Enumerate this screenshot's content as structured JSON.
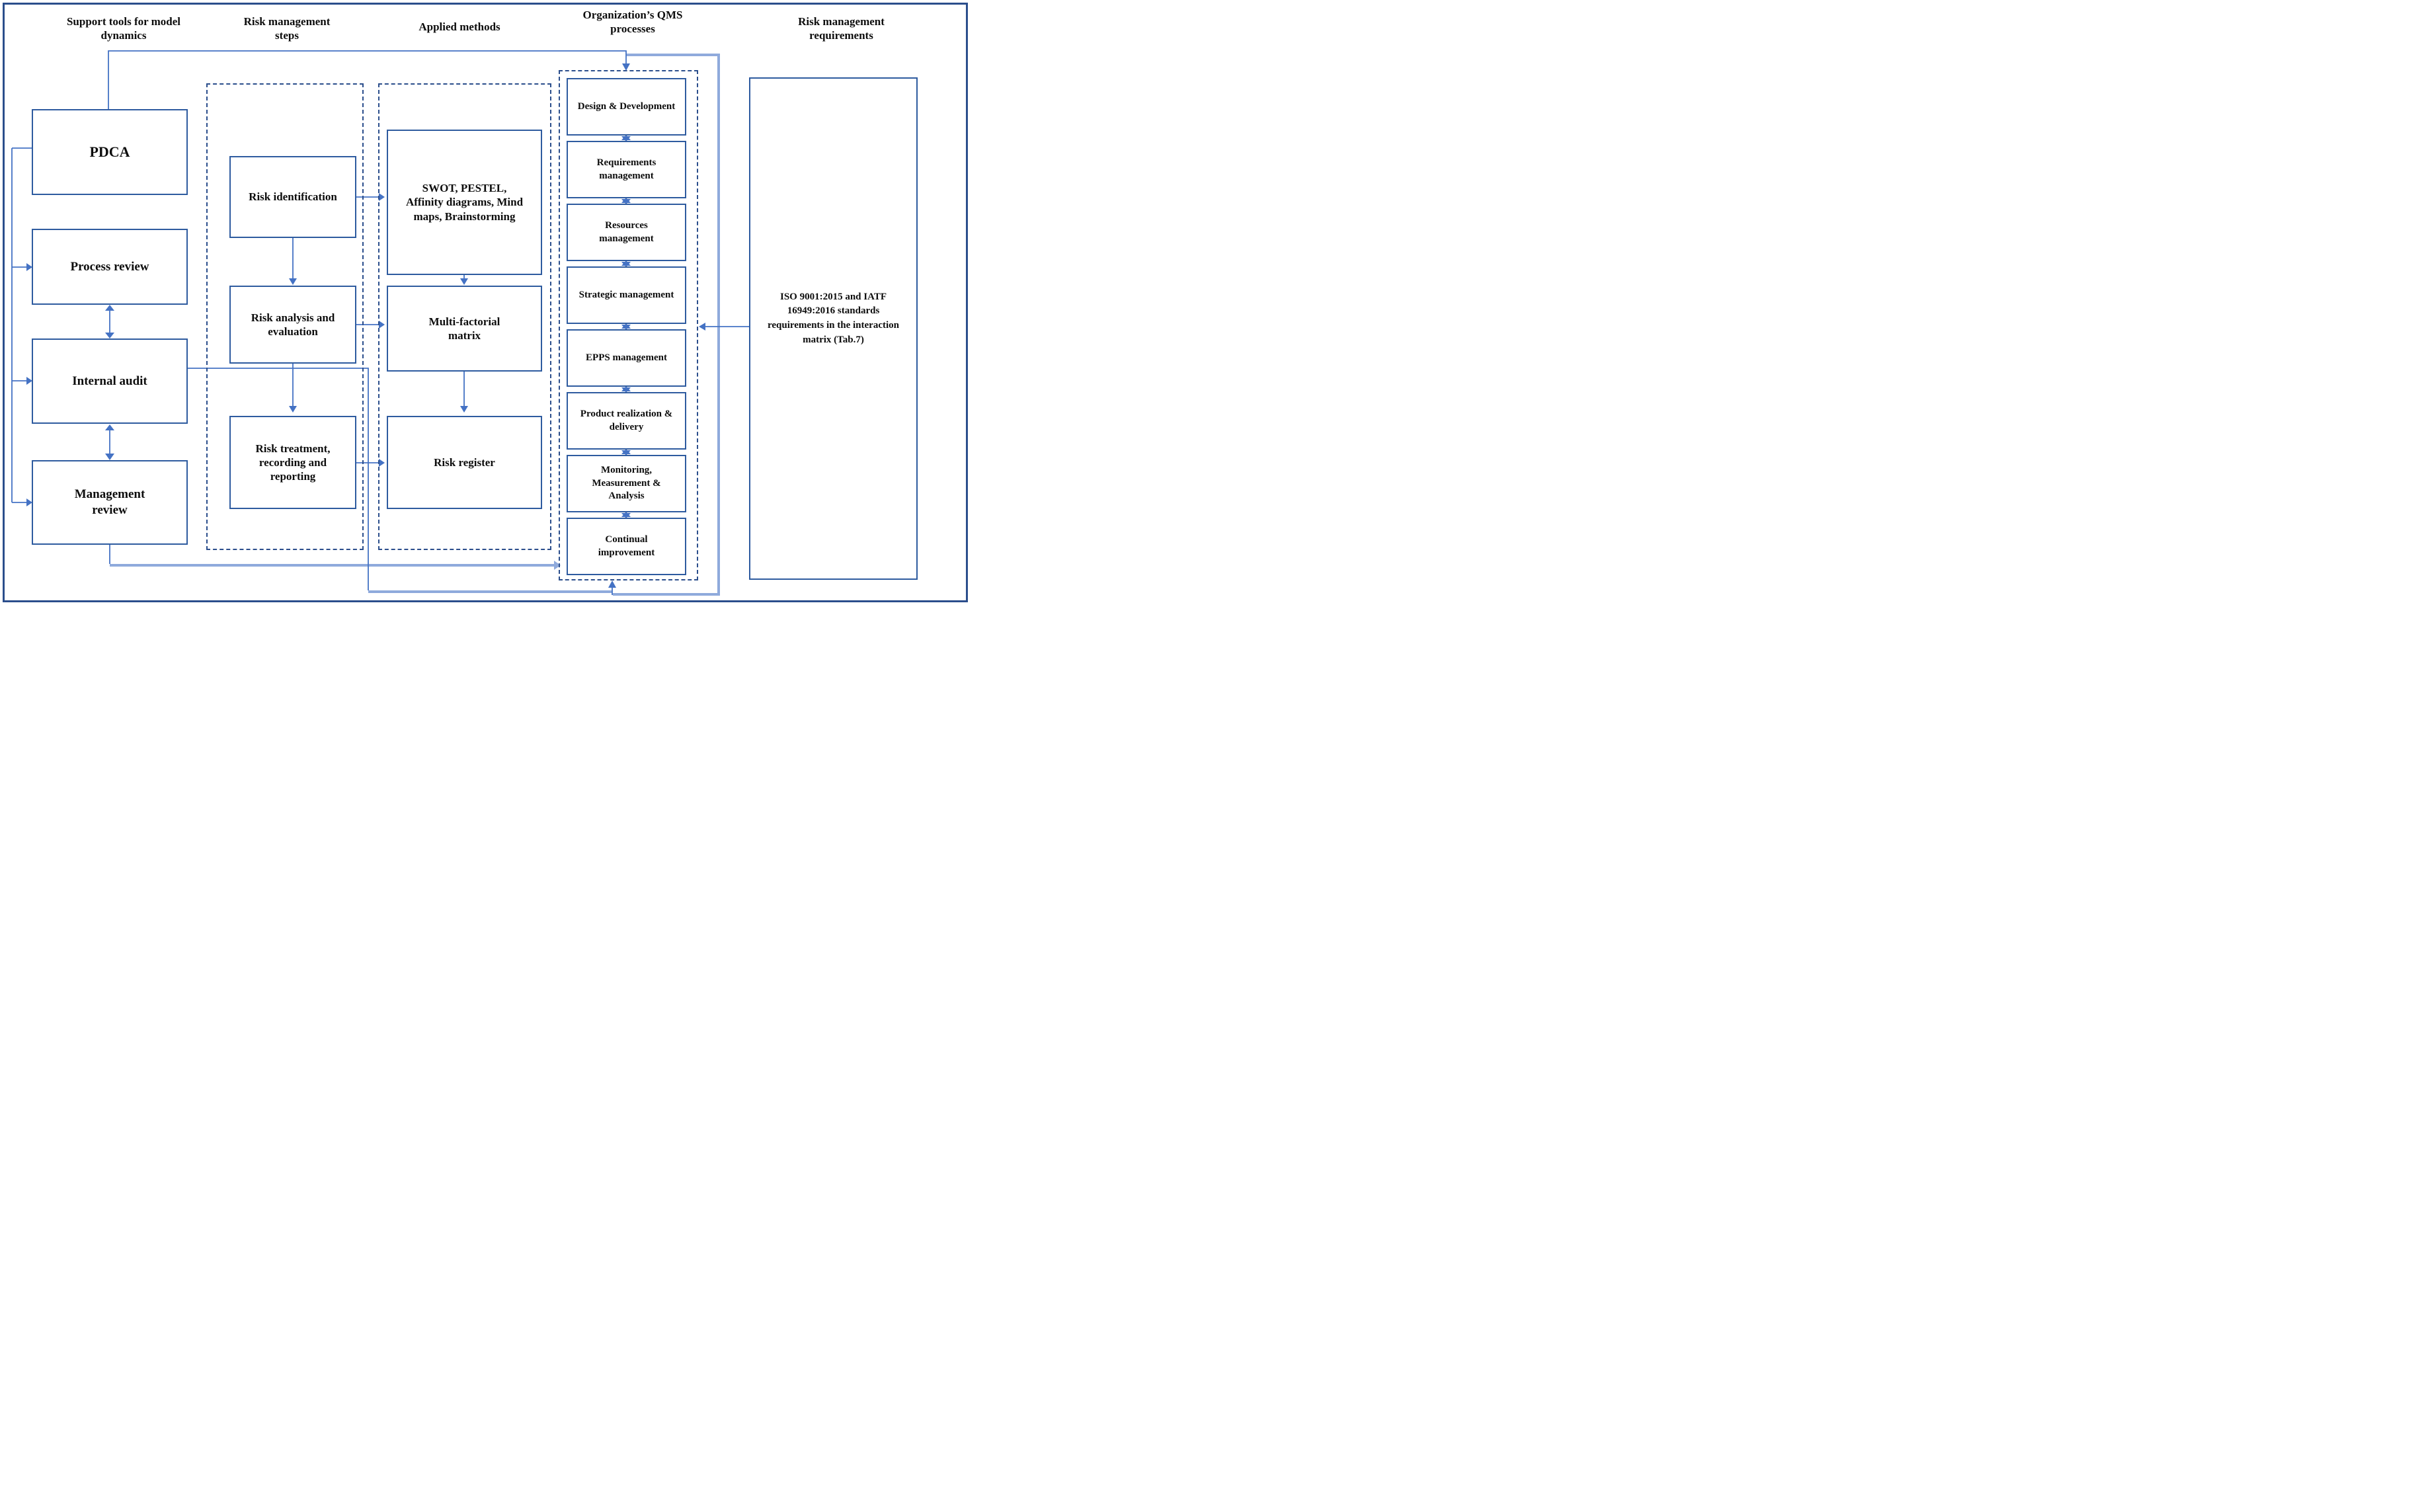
{
  "headers": {
    "support_tools": "Support tools for model dynamics",
    "risk_steps": "Risk management steps",
    "applied_methods": "Applied methods",
    "qms_processes": "Organization’s QMS processes",
    "risk_requirements": "Risk management requirements"
  },
  "support_tools": {
    "items": [
      "PDCA",
      "Process review",
      "Internal audit",
      "Management review"
    ]
  },
  "risk_steps": {
    "items": [
      "Risk identification",
      "Risk analysis and evaluation",
      "Risk treatment, recording and reporting"
    ]
  },
  "applied_methods": {
    "items": [
      "SWOT, PESTEL, Affinity diagrams, Mind maps, Brainstorming",
      "Multi-factorial matrix",
      "Risk register"
    ]
  },
  "qms": {
    "processes": [
      "Design & Development",
      "Requirements management",
      "Resources management",
      "Strategic management",
      "EPPS management",
      "Product realization & delivery",
      "Monitoring, Measurement & Analysis",
      "Continual improvement"
    ]
  },
  "requirements": {
    "text": "ISO 9001:2015 and IATF 16949:2016 standards requirements in the interaction matrix (Tab.7)"
  },
  "colors": {
    "box_border": "#2E5B9F",
    "dashed_border": "#2B4E8C",
    "outer_border": "#2B4E8C",
    "connector": "#4472C4",
    "connector_light": "#8FAADC",
    "text": "#0d0d0d"
  }
}
